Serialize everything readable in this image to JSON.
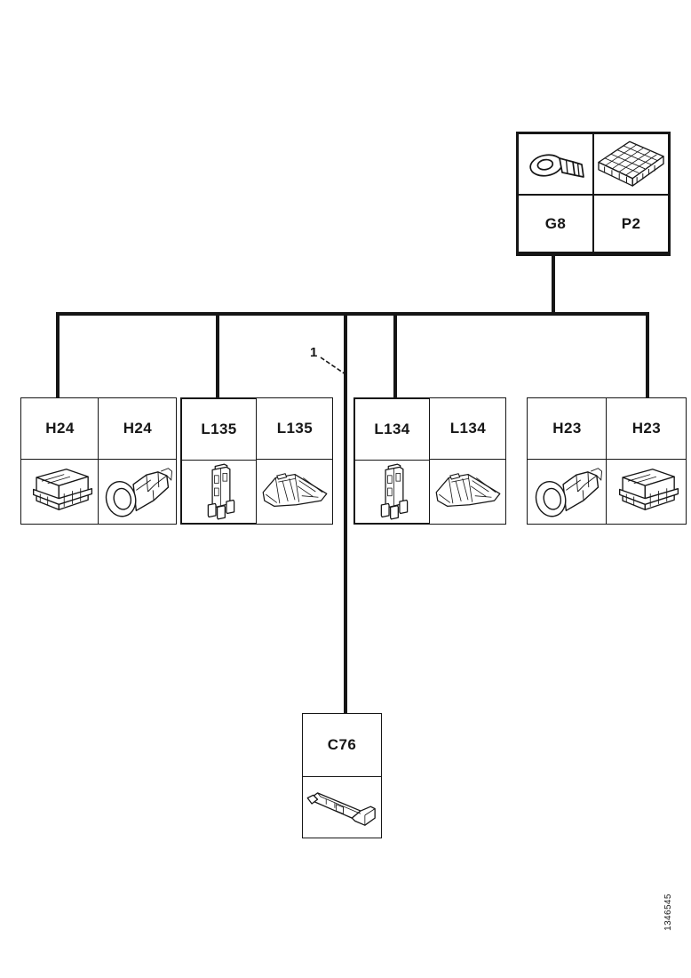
{
  "page": {
    "background_color": "#ffffff",
    "line_color": "#161616",
    "type": "wiring-harness-parts-tree-diagram"
  },
  "top_box": {
    "cells": [
      {
        "label": "G8",
        "part_icon": "ring-terminal-icon"
      },
      {
        "label": "P2",
        "part_icon": "pin-connector-block-icon"
      }
    ]
  },
  "callout": {
    "label": "1"
  },
  "groups": [
    {
      "cells": [
        {
          "label": "H24",
          "part_icon": "connector-housing-icon"
        },
        {
          "label": "H24",
          "part_icon": "bulb-socket-icon"
        }
      ]
    },
    {
      "cells": [
        {
          "label": "L135",
          "part_icon": "terminal-stack-icon"
        },
        {
          "label": "L135",
          "part_icon": "lamp-unit-icon"
        }
      ]
    },
    {
      "cells": [
        {
          "label": "L134",
          "part_icon": "terminal-stack-icon"
        },
        {
          "label": "L134",
          "part_icon": "lamp-unit-icon"
        }
      ]
    },
    {
      "cells": [
        {
          "label": "H23",
          "part_icon": "bulb-socket-icon"
        },
        {
          "label": "H23",
          "part_icon": "connector-housing-icon"
        }
      ]
    }
  ],
  "bottom_box": {
    "label": "C76",
    "part_icon": "clip-bracket-icon"
  },
  "footer": {
    "doc_number": "1346545"
  }
}
